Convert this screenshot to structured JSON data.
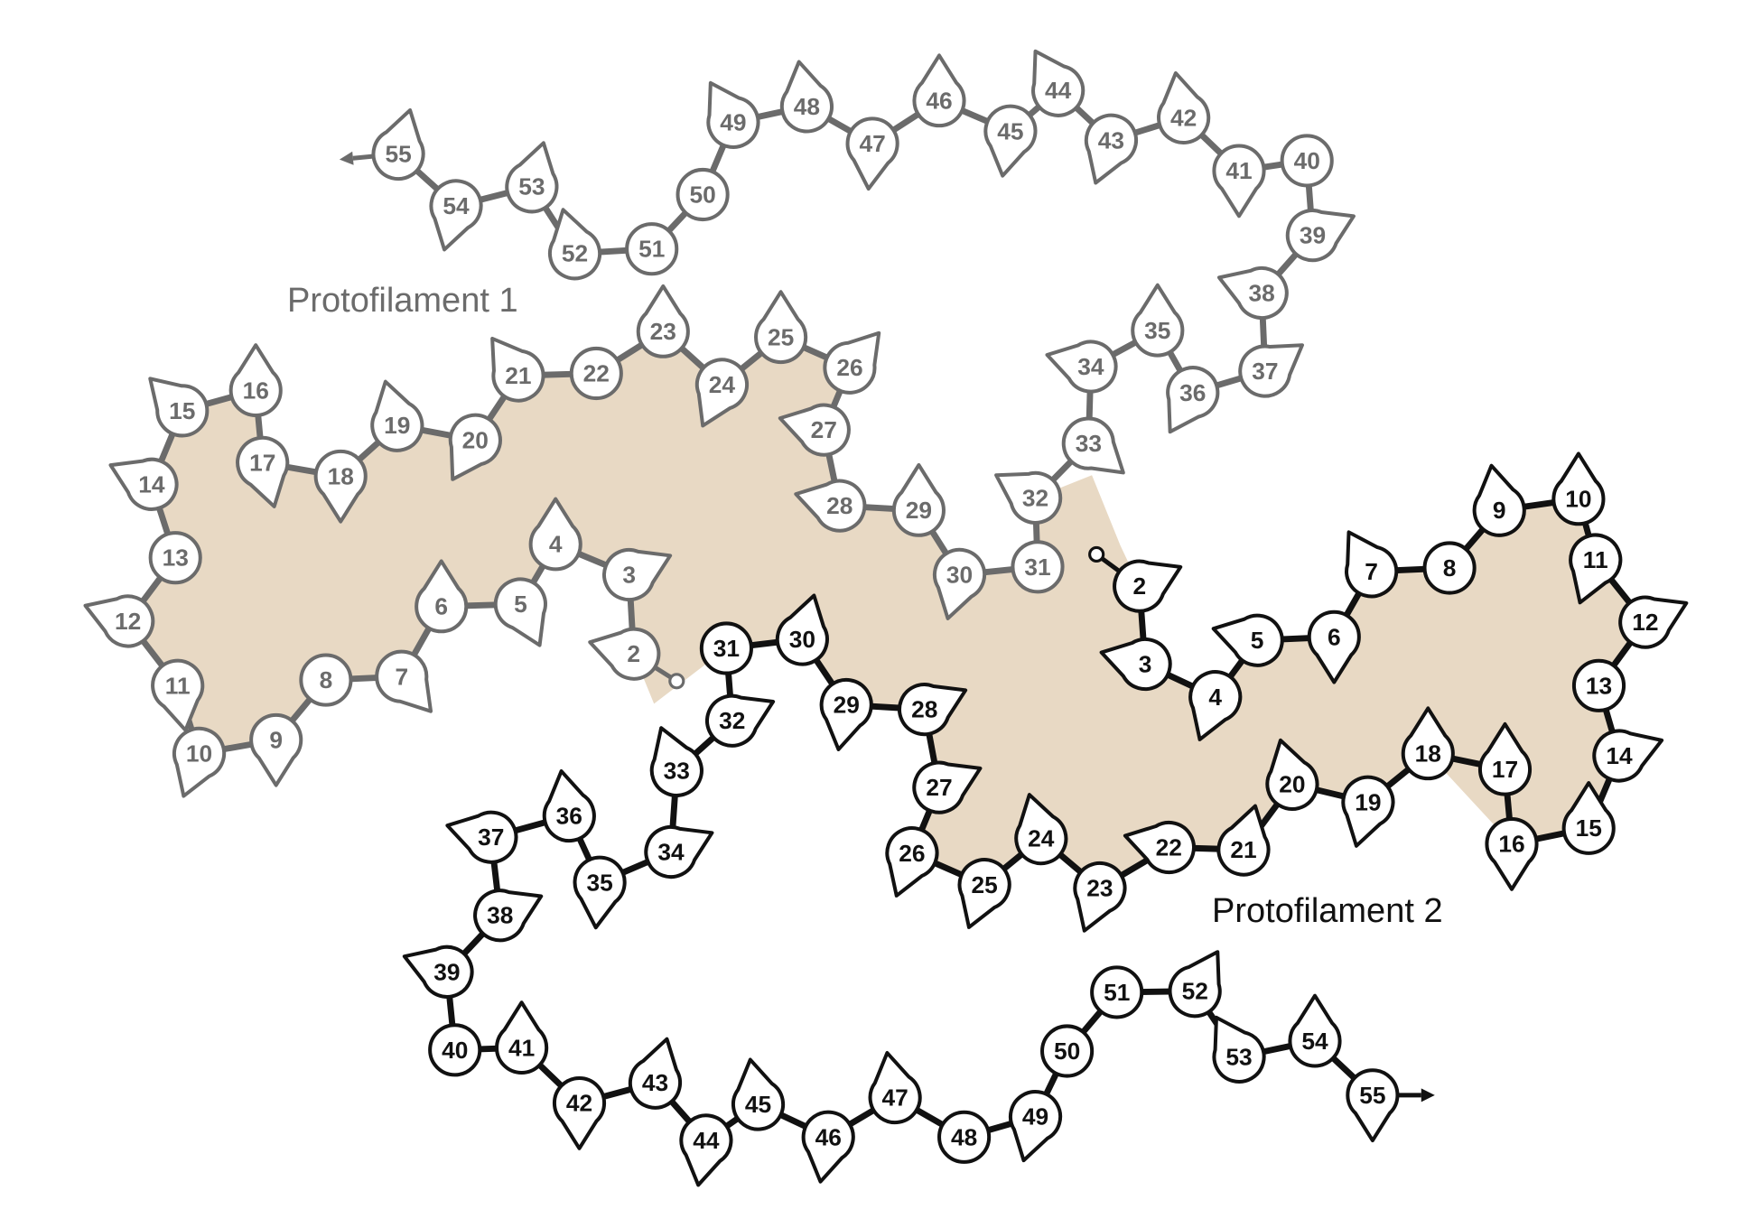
{
  "labels": {
    "protofilament_1": "Protofilament 1",
    "protofilament_2": "Protofilament 2"
  },
  "colors": {
    "core_fill": "#e8d9c4",
    "protofilament_1": "#6b6b6b",
    "protofilament_2": "#111111",
    "node_fill": "#ffffff"
  },
  "protofilaments": [
    {
      "id": "protofilament-1",
      "color_key": "protofilament_1",
      "residues": [
        "2",
        "3",
        "4",
        "5",
        "6",
        "7",
        "8",
        "9",
        "10",
        "11",
        "12",
        "13",
        "14",
        "15",
        "16",
        "17",
        "18",
        "19",
        "20",
        "21",
        "22",
        "23",
        "24",
        "25",
        "26",
        "27",
        "28",
        "29",
        "30",
        "31",
        "32",
        "33",
        "34",
        "35",
        "36",
        "37",
        "38",
        "39",
        "40",
        "41",
        "42",
        "43",
        "44",
        "45",
        "46",
        "47",
        "48",
        "49",
        "50",
        "51",
        "52",
        "53",
        "54",
        "55"
      ]
    },
    {
      "id": "protofilament-2",
      "color_key": "protofilament_2",
      "residues": [
        "2",
        "3",
        "4",
        "5",
        "6",
        "7",
        "8",
        "9",
        "10",
        "11",
        "12",
        "13",
        "14",
        "15",
        "16",
        "17",
        "18",
        "19",
        "20",
        "21",
        "22",
        "23",
        "24",
        "25",
        "26",
        "27",
        "28",
        "29",
        "30",
        "31",
        "32",
        "33",
        "34",
        "35",
        "36",
        "37",
        "38",
        "39",
        "40",
        "41",
        "42",
        "43",
        "44",
        "45",
        "46",
        "47",
        "48",
        "49",
        "50",
        "51",
        "52",
        "53",
        "54",
        "55"
      ]
    }
  ]
}
